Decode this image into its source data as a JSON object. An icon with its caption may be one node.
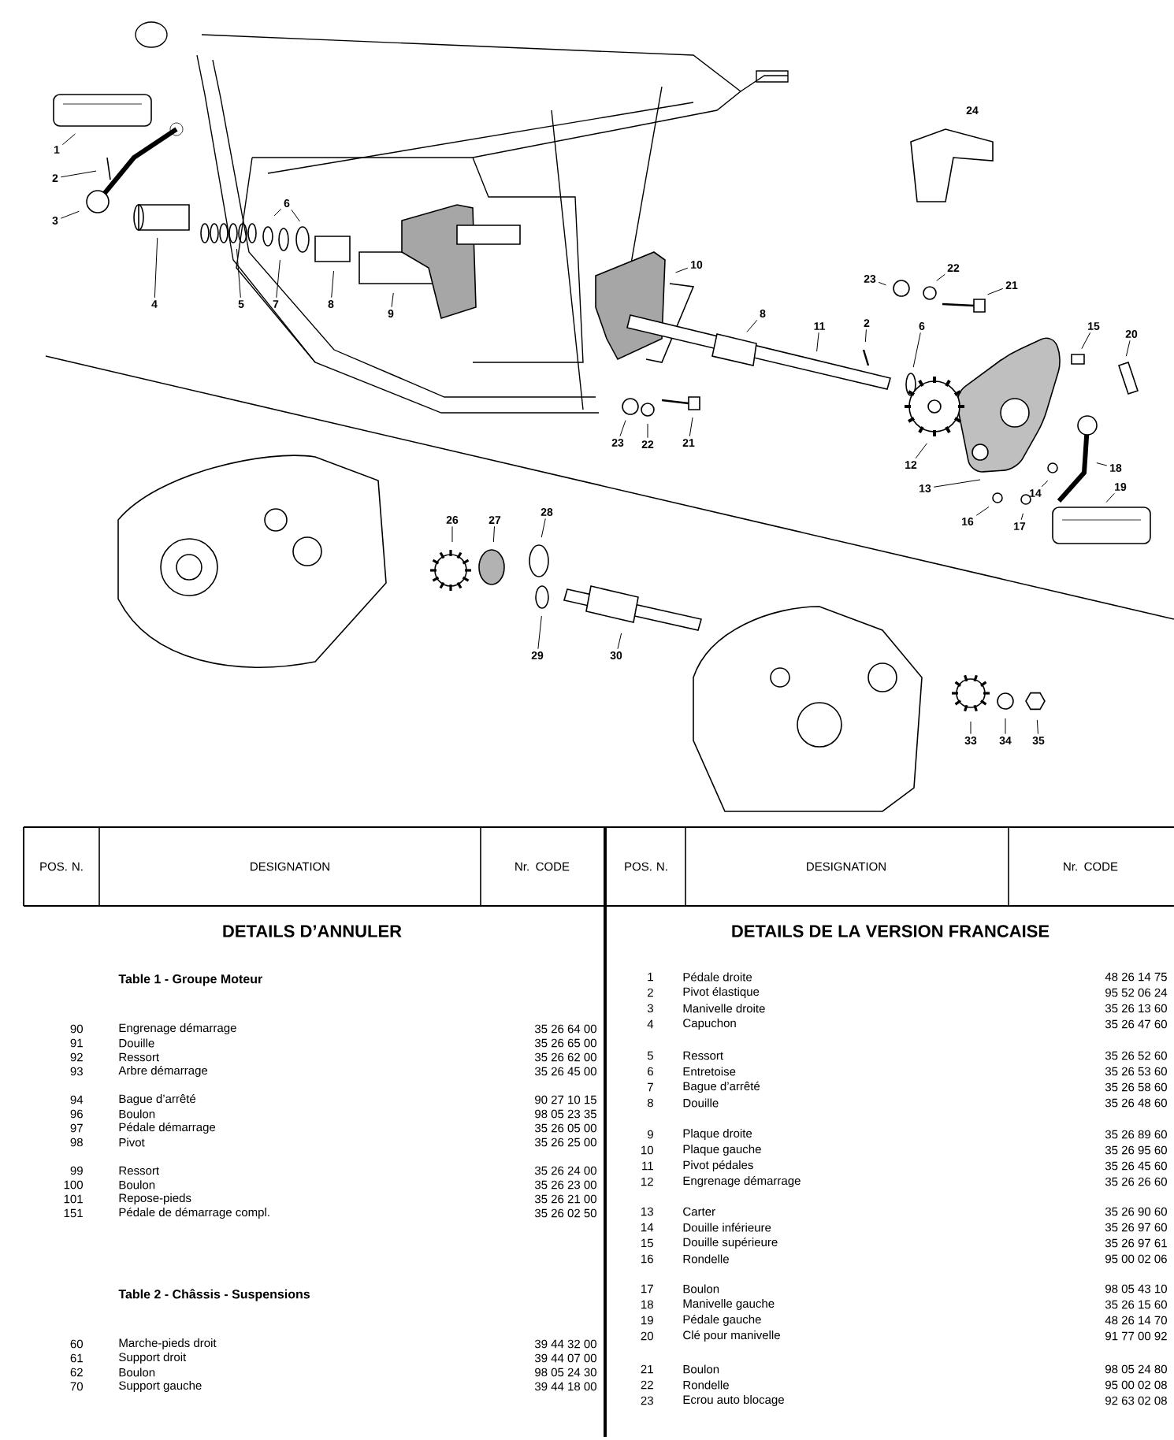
{
  "diagram": {
    "nodes": [
      {
        "text": [
          "1"
        ]
      },
      {
        "text": [
          "2"
        ]
      },
      {
        "text": [
          "3"
        ]
      },
      {
        "text": [
          "4"
        ]
      },
      {
        "text": [
          "5"
        ]
      },
      {
        "text": [
          "6"
        ]
      },
      {
        "text": [
          "7"
        ]
      },
      {
        "text": [
          "8"
        ]
      },
      {
        "text": [
          "9"
        ]
      },
      {
        "text": [
          "10"
        ]
      },
      {
        "text": [
          "23"
        ]
      },
      {
        "text": [
          "22"
        ]
      },
      {
        "text": [
          "21"
        ]
      },
      {
        "text": [
          "8"
        ]
      },
      {
        "text": [
          "11"
        ]
      },
      {
        "text": [
          "2"
        ]
      },
      {
        "text": [
          "6"
        ]
      },
      {
        "text": [
          "15"
        ]
      },
      {
        "text": [
          "20"
        ]
      },
      {
        "text": [
          "23"
        ]
      },
      {
        "text": [
          "22"
        ]
      },
      {
        "text": [
          "21"
        ]
      },
      {
        "text": [
          "12"
        ]
      },
      {
        "text": [
          "18"
        ]
      },
      {
        "text": [
          "13"
        ]
      },
      {
        "text": [
          "14"
        ]
      },
      {
        "text": [
          "16"
        ]
      },
      {
        "text": [
          "17"
        ]
      },
      {
        "text": [
          "19"
        ]
      },
      {
        "text": [
          "26"
        ]
      },
      {
        "text": [
          "27"
        ]
      },
      {
        "text": [
          "28"
        ]
      },
      {
        "text": [
          "29"
        ]
      },
      {
        "text": [
          "30"
        ]
      },
      {
        "text": [
          "33"
        ]
      },
      {
        "text": [
          "34"
        ]
      },
      {
        "text": [
          "35"
        ]
      }
    ],
    "edges": [
      {
        "from": 0,
        "to": null,
        "arrow": "none"
      },
      {
        "from": 1,
        "to": null,
        "arrow": "none"
      },
      {
        "from": 2,
        "to": null,
        "arrow": "none"
      },
      {
        "from": 3,
        "to": null,
        "arrow": "none"
      },
      {
        "from": 4,
        "to": null,
        "arrow": "none"
      },
      {
        "from": 5,
        "to": null,
        "arrow": "none"
      },
      {
        "from": 5,
        "to": null,
        "arrow": "none"
      },
      {
        "from": 6,
        "to": null,
        "arrow": "none"
      },
      {
        "from": 7,
        "to": null,
        "arrow": "none"
      },
      {
        "from": 8,
        "to": null,
        "arrow": "none"
      },
      {
        "from": 9,
        "to": null,
        "arrow": "none"
      },
      {
        "from": 10,
        "to": null,
        "arrow": "none"
      },
      {
        "from": 11,
        "to": null,
        "arrow": "none"
      },
      {
        "from": 12,
        "to": null,
        "arrow": "none"
      },
      {
        "from": 13,
        "to": null,
        "arrow": "none"
      },
      {
        "from": 14,
        "to": null,
        "arrow": "none"
      },
      {
        "from": 15,
        "to": null,
        "arrow": "none"
      },
      {
        "from": 16,
        "to": null,
        "arrow": "none"
      },
      {
        "from": 17,
        "to": null,
        "arrow": "none"
      },
      {
        "from": 18,
        "to": null,
        "arrow": "none"
      },
      {
        "from": 19,
        "to": null,
        "arrow": "none"
      },
      {
        "from": 20,
        "to": null,
        "arrow": "none"
      },
      {
        "from": 21,
        "to": null,
        "arrow": "none"
      },
      {
        "from": 22,
        "to": null,
        "arrow": "none"
      },
      {
        "from": 23,
        "to": null,
        "arrow": "none"
      },
      {
        "from": 24,
        "to": null,
        "arrow": "none"
      },
      {
        "from": 25,
        "to": null,
        "arrow": "none"
      },
      {
        "from": 26,
        "to": null,
        "arrow": "none"
      },
      {
        "from": 27,
        "to": null,
        "arrow": "none"
      },
      {
        "from": 28,
        "to": null,
        "arrow": "none"
      },
      {
        "from": 29,
        "to": null,
        "arrow": "none"
      },
      {
        "from": 30,
        "to": null,
        "arrow": "none"
      },
      {
        "from": 31,
        "to": null,
        "arrow": "none"
      },
      {
        "from": 32,
        "to": null,
        "arrow": "none"
      },
      {
        "from": 33,
        "to": null,
        "arrow": "none"
      },
      {
        "from": 34,
        "to": null,
        "arrow": "none"
      },
      {
        "from": 35,
        "to": null,
        "arrow": "none"
      },
      {
        "from": 36,
        "to": null,
        "arrow": "none"
      }
    ],
    "labels": [
      "24",
      "POS. N.",
      "DESIGNATION",
      "Nr. CODE",
      "POS. N.",
      "DESIGNATION",
      "Nr. CODE",
      "DETAILS D’ANNULER",
      "Table 1 - Groupe Moteur",
      "90",
      "Engrenage démarrage",
      "35 26 64 00",
      "91",
      "Douille",
      "35 26 65 00",
      "92",
      "Ressort",
      "35 26 62 00",
      "93",
      "Arbre démarrage",
      "35 26 45 00",
      "94",
      "Bague d’arrêté",
      "90 27 10 15",
      "96",
      "Boulon",
      "98 05 23 35",
      "97",
      "Pédale démarrage",
      "35 26 05 00",
      "98",
      "Pivot",
      "35 26 25 00",
      "99",
      "Ressort",
      "35 26 24 00",
      "100",
      "Boulon",
      "35 26 23 00",
      "101",
      "Repose-pieds",
      "35 26 21 00",
      "151",
      "Pédale de démarrage compl.",
      "35 26 02 50",
      "Table 2 - Châssis - Suspensions",
      "60",
      "Marche-pieds droit",
      "39 44 32 00",
      "61",
      "Support droit",
      "39 44 07 00",
      "62",
      "Boulon",
      "98 05 24 30",
      "70",
      "Support gauche",
      "39 44 18 00",
      "DETAILS DE LA VERSION FRANCAISE",
      "1",
      "Pédale droite",
      "48 26 14 75",
      "2",
      "Pivot élastique",
      "95 52 06 24",
      "3",
      "Manivelle droite",
      "35 26 13 60",
      "4",
      "Capuchon",
      "35 26 47 60",
      "5",
      "Ressort",
      "35 26 52 60",
      "6",
      "Entretoise",
      "35 26 53 60",
      "7",
      "Bague d’arrêté",
      "35 26 58 60",
      "8",
      "Douille",
      "35 26 48 60",
      "9",
      "Plaque droite",
      "35 26 89 60",
      "10",
      "Plaque gauche",
      "35 26 95 60",
      "11",
      "Pivot pédales",
      "35 26 45 60",
      "12",
      "Engrenage démarrage",
      "35 26 26 60",
      "13",
      "Carter",
      "35 26 90 60",
      "14",
      "Douille inférieure",
      "35 26 97 60",
      "15",
      "Douille supérieure",
      "35 26 97 61",
      "16",
      "Rondelle",
      "95 00 02 06",
      "17",
      "Boulon",
      "98 05 43 10",
      "18",
      "Manivelle gauche",
      "35 26 15 60",
      "19",
      "Pédale gauche",
      "48 26 14 70",
      "20",
      "Clé pour manivelle",
      "91 77 00 92",
      "21",
      "Boulon",
      "98 05 24 80",
      "22",
      "Rondelle",
      "95 00 02 08",
      "23",
      "Ecrou auto blocage",
      "92 63 02 08"
    ]
  }
}
